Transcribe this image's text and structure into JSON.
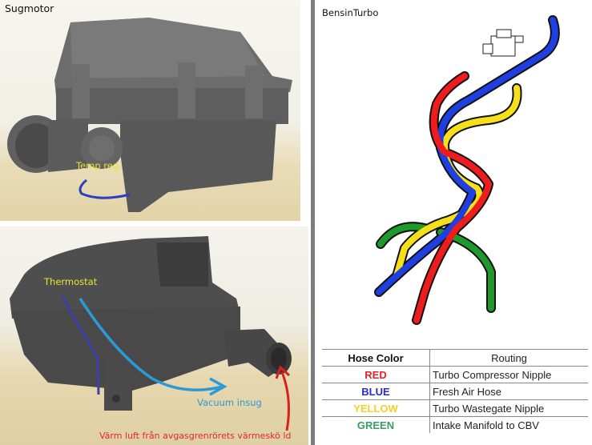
{
  "left": {
    "title": "Sugmotor",
    "top_photo": {
      "annotation": "Temp reg.",
      "annotation_color": "#e8e23a",
      "wire_color": "#2a3fc0"
    },
    "bottom_photo": {
      "thermostat_label": "Thermostat",
      "thermostat_color": "#e8e23a",
      "vacuum_label": "Vacuum insug",
      "vacuum_color": "#2b9ad6",
      "warm_air_label": "Värm luft från avgasgrenrörets värmeskö ld",
      "warm_air_color": "#e02a2a"
    }
  },
  "right": {
    "title": "BensinTurbo",
    "hoses": [
      {
        "name": "red",
        "color": "#ee1c1c"
      },
      {
        "name": "blue",
        "color": "#1f3fe0"
      },
      {
        "name": "yellow",
        "color": "#f7e01a"
      },
      {
        "name": "green",
        "color": "#1f9a2a"
      }
    ],
    "table": {
      "headers": [
        "Hose Color",
        "Routing"
      ],
      "rows": [
        {
          "color": "RED",
          "hex": "#e8202a",
          "routing": "Turbo Compressor Nipple"
        },
        {
          "color": "BLUE",
          "hex": "#2a2ad0",
          "routing": "Fresh Air Hose"
        },
        {
          "color": "YELLOW",
          "hex": "#f2cf2a",
          "routing": "Turbo Wastegate Nipple"
        },
        {
          "color": "GREEN",
          "hex": "#3a9a6a",
          "routing": "Intake Manifold to CBV"
        }
      ]
    }
  }
}
